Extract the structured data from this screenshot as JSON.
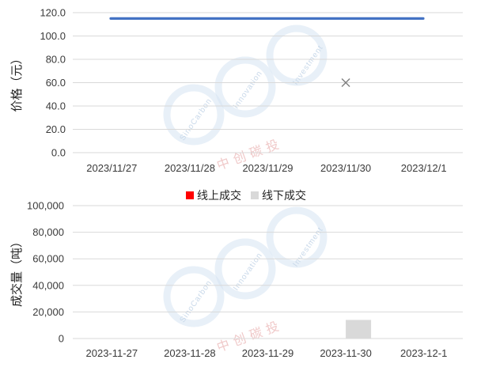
{
  "chart_data": [
    {
      "type": "line",
      "categories": [
        "2023/11/27",
        "2023/11/28",
        "2023/11/29",
        "2023/11/30",
        "2023/12/1"
      ],
      "ylabel": "价格（元）",
      "ylim": [
        0,
        120
      ],
      "yticks": [
        "0.0",
        "20.0",
        "40.0",
        "60.0",
        "80.0",
        "100.0",
        "120.0"
      ],
      "grid": true,
      "series": [
        {
          "values": [
            115,
            115,
            115,
            115,
            115
          ],
          "color": "#4472c4"
        },
        {
          "marker": "x",
          "points": [
            {
              "x": "2023/11/30",
              "y": 60
            }
          ],
          "color": "#7f7f7f"
        }
      ]
    },
    {
      "type": "bar",
      "categories": [
        "2023-11-27",
        "2023-11-28",
        "2023-11-29",
        "2023-11-30",
        "2023-12-1"
      ],
      "ylabel": "成交量（吨）",
      "ylim": [
        0,
        100000
      ],
      "yticks": [
        "0",
        "20,000",
        "40,000",
        "60,000",
        "80,000",
        "100,000"
      ],
      "grid": true,
      "legend_position": "top",
      "series": [
        {
          "name": "线上成交",
          "values": [
            0,
            0,
            0,
            0,
            0
          ],
          "color": "#ff0000"
        },
        {
          "name": "线下成交",
          "values": [
            0,
            0,
            0,
            14000,
            0
          ],
          "color": "#d9d9d9"
        }
      ]
    }
  ],
  "watermark": {
    "text_en_1": "SinoCarbon",
    "text_en_2": "Innovation",
    "text_en_3": "Investment",
    "text_cn": "中创碳投",
    "color": "#d6e4f2"
  }
}
